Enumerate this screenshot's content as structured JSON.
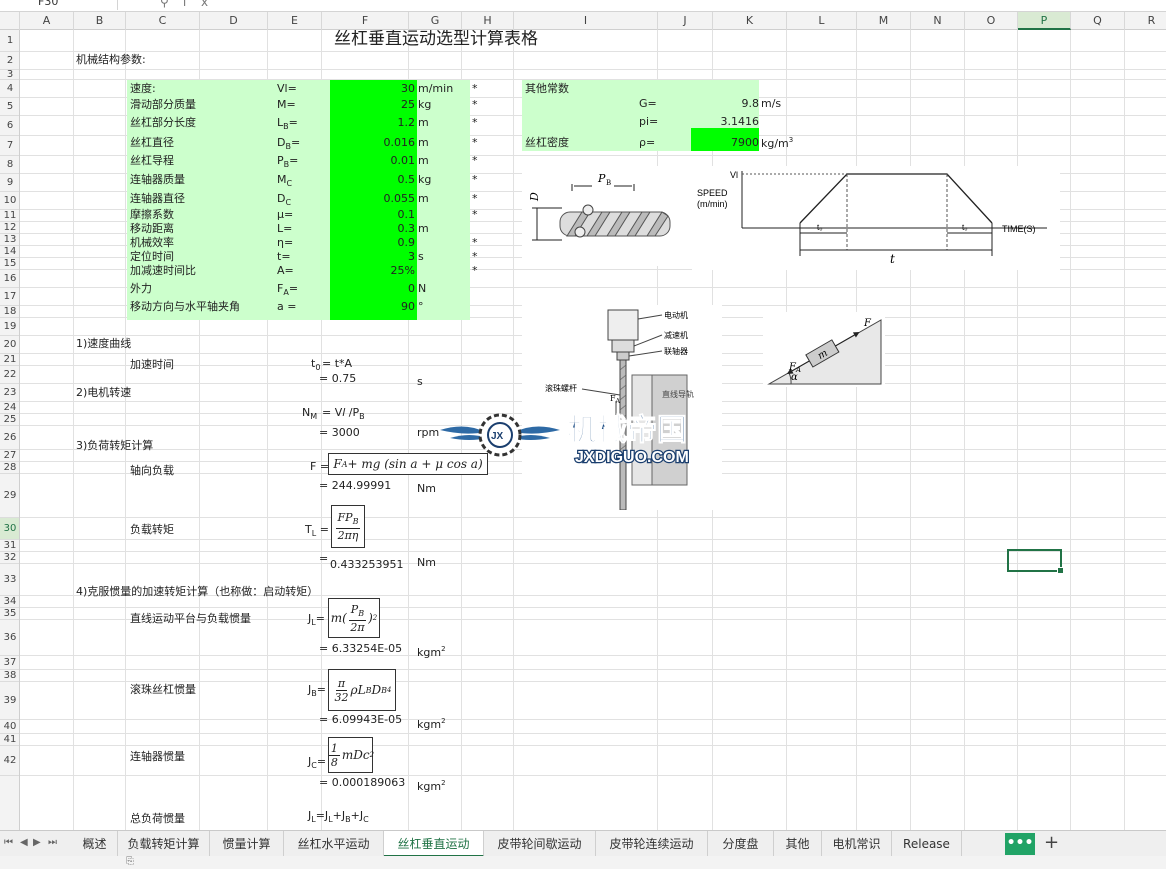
{
  "formula_bar": {
    "name_box": "F30",
    "fx": "fx"
  },
  "columns": [
    "A",
    "B",
    "C",
    "D",
    "E",
    "F",
    "G",
    "H",
    "I",
    "J",
    "K",
    "L",
    "M",
    "N",
    "O",
    "P",
    "Q",
    "R"
  ],
  "selected_column": "P",
  "rows": [
    "1",
    "2",
    "3",
    "4",
    "5",
    "6",
    "7",
    "8",
    "9",
    "10",
    "11",
    "12",
    "13",
    "14",
    "15",
    "16",
    "17",
    "18",
    "19",
    "20",
    "21",
    "22",
    "23",
    "24",
    "25",
    "26",
    "27",
    "28",
    "29",
    "30",
    "31",
    "32",
    "33",
    "34",
    "35",
    "36",
    "37",
    "38",
    "39",
    "40",
    "41",
    "42"
  ],
  "selected_row": "30",
  "sheet": {
    "title": "丝杠垂直运动选型计算表格",
    "section_mech": "机械结构参数:",
    "params": [
      {
        "label": "速度:",
        "sym": "Vl=",
        "value": "30",
        "unit": "m/min",
        "star": "*"
      },
      {
        "label": "滑动部分质量",
        "sym": "M=",
        "value": "25",
        "unit": "kg",
        "star": "*"
      },
      {
        "label": "丝杠部分长度",
        "sym": "L",
        "symsub": "B",
        "symtail": "=",
        "value": "1.2",
        "unit": "m",
        "star": "*"
      },
      {
        "label": "丝杠直径",
        "sym": "D",
        "symsub": "B",
        "symtail": "=",
        "value": "0.016",
        "unit": "m",
        "star": "*"
      },
      {
        "label": "丝杠导程",
        "sym": "P",
        "symsub": "B",
        "symtail": "=",
        "value": "0.01",
        "unit": "m",
        "star": "*"
      },
      {
        "label": "连轴器质量",
        "sym": "M",
        "symsub": "C",
        "symtail": "",
        "value": "0.5",
        "unit": "kg",
        "star": "*"
      },
      {
        "label": "连轴器直径",
        "sym": "D",
        "symsub": "C",
        "symtail": "",
        "value": "0.055",
        "unit": "m",
        "star": "*"
      },
      {
        "label": "摩擦系数",
        "sym": "μ=",
        "value": "0.1",
        "unit": "",
        "star": "*"
      },
      {
        "label": "移动距离",
        "sym": "L=",
        "value": "0.3",
        "unit": "m",
        "star": ""
      },
      {
        "label": "机械效率",
        "sym": "η=",
        "value": "0.9",
        "unit": "",
        "star": "*"
      },
      {
        "label": "定位时间",
        "sym": "t=",
        "value": "3",
        "unit": "s",
        "star": "*"
      },
      {
        "label": "加减速时间比",
        "sym": "A=",
        "value": "25%",
        "unit": "",
        "star": "*"
      },
      {
        "label": "外力",
        "sym": "F",
        "symsub": "A",
        "symtail": "=",
        "value": "0",
        "unit": "N",
        "star": ""
      },
      {
        "label": "移动方向与水平轴夹角",
        "sym": "a =",
        "value": "90",
        "unit": "°",
        "star": ""
      }
    ],
    "constants": {
      "header": "其他常数",
      "g_sym": "G=",
      "g_val": "9.8",
      "g_unit": "m/s",
      "pi_sym": "pi=",
      "pi_val": "3.1416",
      "rho_label": "丝杠密度",
      "rho_sym": "ρ=",
      "rho_val": "7900",
      "rho_unit": "kg/m",
      "rho_unit_sup": "3"
    },
    "s1": "1)速度曲线",
    "s1_label": "加速时间",
    "s1_sym": "t",
    "s1_symsub": "0",
    "s1_formula": "= t*A",
    "s1_val": "= 0.75",
    "s1_unit": "s",
    "s2": "2)电机转速",
    "s2_sym": "N",
    "s2_symsub": "M",
    "s2_formula": "= V",
    "s2_formula_l": "l",
    "s2_formula_tail": " /P",
    "s2_formula_sub": "B",
    "s2_val": "= 3000",
    "s2_unit": "rpm",
    "s3": "3)负荷转矩计算",
    "s3_axial": "轴向负载",
    "s3_F_sym": "F =",
    "s3_F_formula": "F",
    "s3_F_formula_sub": "A",
    "s3_F_formula_tail": " + mg (sin a + μ cos a)",
    "s3_F_val": "= 244.99991",
    "s3_F_unit": "Nm",
    "s3_torque": "负载转矩",
    "s3_T_sym": "T",
    "s3_T_symsub": "L",
    "s3_T_symtail": " =",
    "s3_T_num": "FP",
    "s3_T_num_sub": "B",
    "s3_T_den": "2πη",
    "s3_T_val": "=",
    "s3_T_val2": "0.433253951",
    "s3_T_unit": "Nm",
    "s4": "4)克服惯量的加速转矩计算（也称做：启动转矩）",
    "j_linear_label": "直线运动平台与负载惯量",
    "j_linear_sym": "J",
    "j_linear_symsub": "L",
    "j_linear_symtail": "=",
    "j_linear_formula": "m(",
    "j_linear_num": "P",
    "j_linear_num_sub": "B",
    "j_linear_den": "2π",
    "j_linear_tail": ")",
    "j_linear_sup": "2",
    "j_linear_val": "= 6.33254E-05",
    "j_unit": "kgm",
    "j_unit_sup": "2",
    "j_screw_label": "滚珠丝杠惯量",
    "j_screw_sym": "J",
    "j_screw_symsub": "B",
    "j_screw_symtail": "=",
    "j_screw_num": "π",
    "j_screw_den": "32",
    "j_screw_tail": "ρL",
    "j_screw_tail_sub1": "B",
    "j_screw_tail2": "D",
    "j_screw_tail_sub2": "B",
    "j_screw_sup": "4",
    "j_screw_val": "= 6.09943E-05",
    "j_coup_label": "连轴器惯量",
    "j_coup_sym": "J",
    "j_coup_symsub": "C",
    "j_coup_symtail": "=",
    "j_coup_num": "1",
    "j_coup_den": "8",
    "j_coup_tail": "mDc",
    "j_coup_sup": "2",
    "j_coup_val": "= 0.000189063",
    "j_total_label": "总负荷惯量",
    "j_total_sym": "J",
    "j_total_symsub": "L",
    "j_total_formula": "=J",
    "j_total_sub1": "L",
    "j_total_plus1": "+J",
    "j_total_sub2": "B",
    "j_total_plus2": "+J",
    "j_total_sub3": "C"
  },
  "diagrams": {
    "screw_label_pb": "P",
    "screw_label_pb_sub": "B",
    "screw_label_db": "D",
    "screw_label_db_sub": "B",
    "speed_axis": "SPEED",
    "speed_unit": "(m/min)",
    "speed_vl": "Vl",
    "time_axis": "TIME(S)",
    "t0_left": "t₀",
    "t0_right": "t₀",
    "t_total": "t",
    "motor_label": "电动机",
    "reducer_label": "减速机",
    "coupling_label": "联轴器",
    "screw_label": "滚珠螺杆",
    "fa_label": "F",
    "fa_label_sub": "A",
    "table_label": "直线导轨",
    "incline_F": "F",
    "incline_FA": "F",
    "incline_FA_sub": "A",
    "incline_m": "m",
    "incline_alpha": "α",
    "logo_cn": "机械帝国",
    "logo_en": "JXDIGUO.COM",
    "logo_badge": "JX"
  },
  "tabs": [
    "概述",
    "负载转矩计算",
    "惯量计算",
    "丝杠水平运动",
    "丝杠垂直运动",
    "皮带轮间歇运动",
    "皮带轮连续运动",
    "分度盘",
    "其他",
    "电机常识",
    "Release"
  ],
  "active_tab": "丝杠垂直运动",
  "tab_more": "•••",
  "tab_add": "+",
  "colors": {
    "param_bg": "#ccffcc",
    "value_bg": "#00ff00",
    "accent": "#217346",
    "tab_more_bg": "#21a366"
  }
}
